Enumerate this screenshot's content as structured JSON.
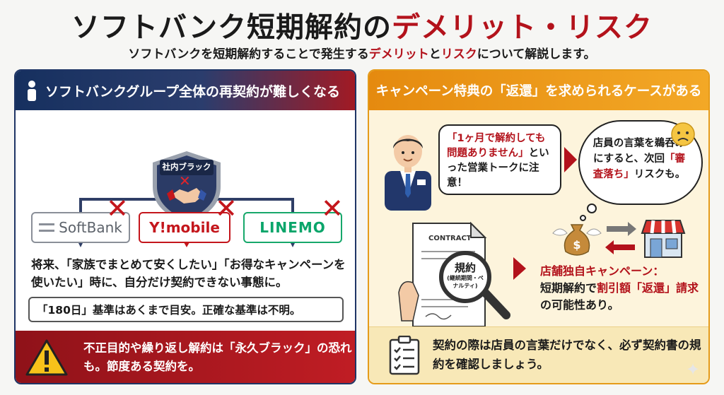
{
  "header": {
    "title_main": "ソフトバンク短期解約の",
    "title_red": "デメリット・リスク",
    "subtitle_1": "ソフトバンクを短期解約することで発生する",
    "subtitle_red_1": "デメリット",
    "subtitle_2": "と",
    "subtitle_red_2": "リスク",
    "subtitle_3": "について解説します。"
  },
  "left_panel": {
    "header": "ソフトバンクグループ全体の再契約が難しくなる",
    "shield_label": "社内ブラック",
    "brands": [
      "SoftBank",
      "Y!mobile",
      "LINEMO"
    ],
    "text": "将来、「家族でまとめて安くしたい」「お得なキャンペーンを使いたい」時に、自分だけ契約できない事態に。",
    "note": "「180日」基準はあくまで目安。正確な基準は不明。",
    "footer": "不正目的や繰り返し解約は「永久ブラック」の恐れも。節度ある契約を。"
  },
  "right_panel": {
    "header": "キャンペーン特典の「返還」を求められるケースがある",
    "bubble_red": "「1ヶ月で解約しても問題ありません」",
    "bubble_rest": "といった営業トークに注意！",
    "cloud_1": "店員の言葉を鵜呑みにすると、次回",
    "cloud_red": "「審査落ち」",
    "cloud_2": "リスクも。",
    "contract_label": "CONTRACT",
    "magnifier_title": "規約",
    "magnifier_sub": "(継続期間・ペナルティ)",
    "campaign_red_1": "店舗独自キャンペーン：",
    "campaign_2": "短期解約で",
    "campaign_red_2": "割引額「返還」請求",
    "campaign_3": "の可能性あり。",
    "footer": "契約の際は店員の言葉だけでなく、必ず契約書の規約を確認しましょう。"
  },
  "colors": {
    "accent_red": "#b3121b",
    "navy": "#1f3565",
    "orange": "#e59b1a"
  }
}
